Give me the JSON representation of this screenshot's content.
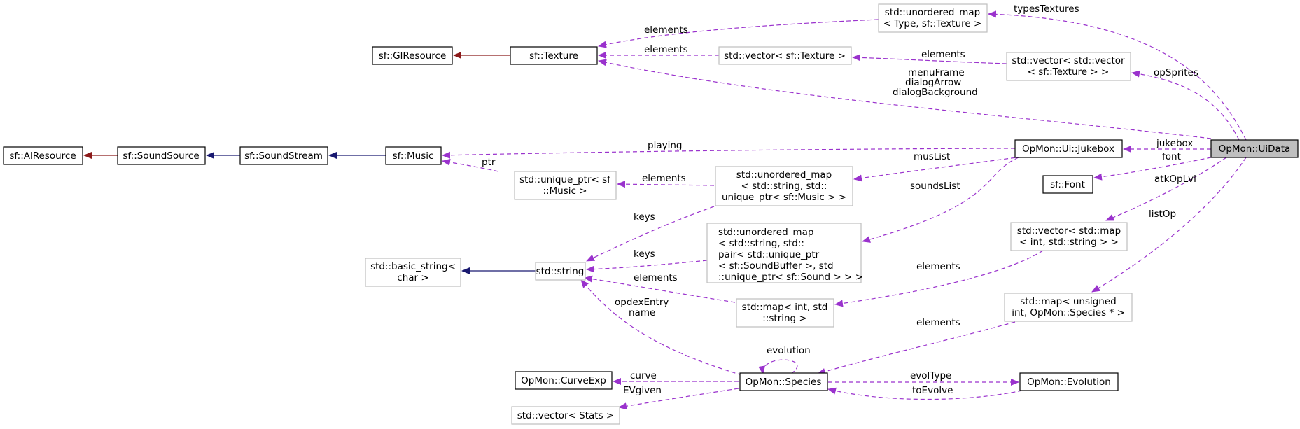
{
  "nodes": {
    "uidata": [
      "OpMon::UiData"
    ],
    "typesTexturesMap": [
      "std::unordered_map",
      "< Type, sf::Texture >"
    ],
    "texture": [
      "sf::Texture"
    ],
    "glresource": [
      "sf::GlResource"
    ],
    "vectorTexture": [
      "std::vector< sf::Texture >"
    ],
    "vectorVectorTexture": [
      "std::vector< std::vector",
      "< sf::Texture > >"
    ],
    "jukebox": [
      "OpMon::Ui::Jukebox"
    ],
    "font": [
      "sf::Font"
    ],
    "music": [
      "sf::Music"
    ],
    "soundstream": [
      "sf::SoundStream"
    ],
    "soundsource": [
      "sf::SoundSource"
    ],
    "alresource": [
      "sf::AlResource"
    ],
    "uniquePtrMusic": [
      "std::unique_ptr< sf",
      "::Music >"
    ],
    "unorderedMapMusic": [
      "std::unordered_map",
      "< std::string, std::",
      "unique_ptr< sf::Music > >"
    ],
    "string": [
      "std::string"
    ],
    "basicString": [
      "std::basic_string<",
      "char >"
    ],
    "unorderedMapSounds": [
      "std::unordered_map",
      "< std::string, std::",
      "pair< std::unique_ptr",
      "< sf::SoundBuffer >, std",
      "::unique_ptr< sf::Sound > > >"
    ],
    "vectorMap": [
      "std::vector< std::map",
      "< int, std::string > >"
    ],
    "mapIntString": [
      "std::map< int, std",
      "::string >"
    ],
    "mapSpecies": [
      "std::map< unsigned",
      " int, OpMon::Species * >"
    ],
    "species": [
      "OpMon::Species"
    ],
    "curveexp": [
      "OpMon::CurveExp"
    ],
    "evolution": [
      "OpMon::Evolution"
    ],
    "vectorStats": [
      "std::vector< Stats >"
    ]
  },
  "edge_labels": {
    "typesTextures": "typesTextures",
    "elements_tt": "elements",
    "elements_vt": "elements",
    "elements_vvt": "elements",
    "opSprites": "opSprites",
    "menuFrame": "menuFrame",
    "dialogArrow": "dialogArrow",
    "dialogBackground": "dialogBackground",
    "playing": "playing",
    "jukebox": "jukebox",
    "font": "font",
    "musList": "musList",
    "ptr": "ptr",
    "elements_up": "elements",
    "soundsList": "soundsList",
    "keys_music": "keys",
    "keys_sounds": "keys",
    "atkOpLvl": "atkOpLvl",
    "listOp": "listOp",
    "elements_vm": "elements",
    "elements_mis": "elements",
    "elements_ms": "elements",
    "opdexEntry": "opdexEntry",
    "name": "name",
    "evolution": "evolution",
    "curve": "curve",
    "EVgiven": "EVgiven",
    "evolType": "evolType",
    "toEvolve": "toEvolve"
  },
  "colors": {
    "dependency": "#9a32cd",
    "inheritance_blue": "#191970",
    "inheritance_red": "#8b1a1a",
    "highlight_fill": "#bfbfbf",
    "undocumented_border": "#bfbfbf"
  }
}
